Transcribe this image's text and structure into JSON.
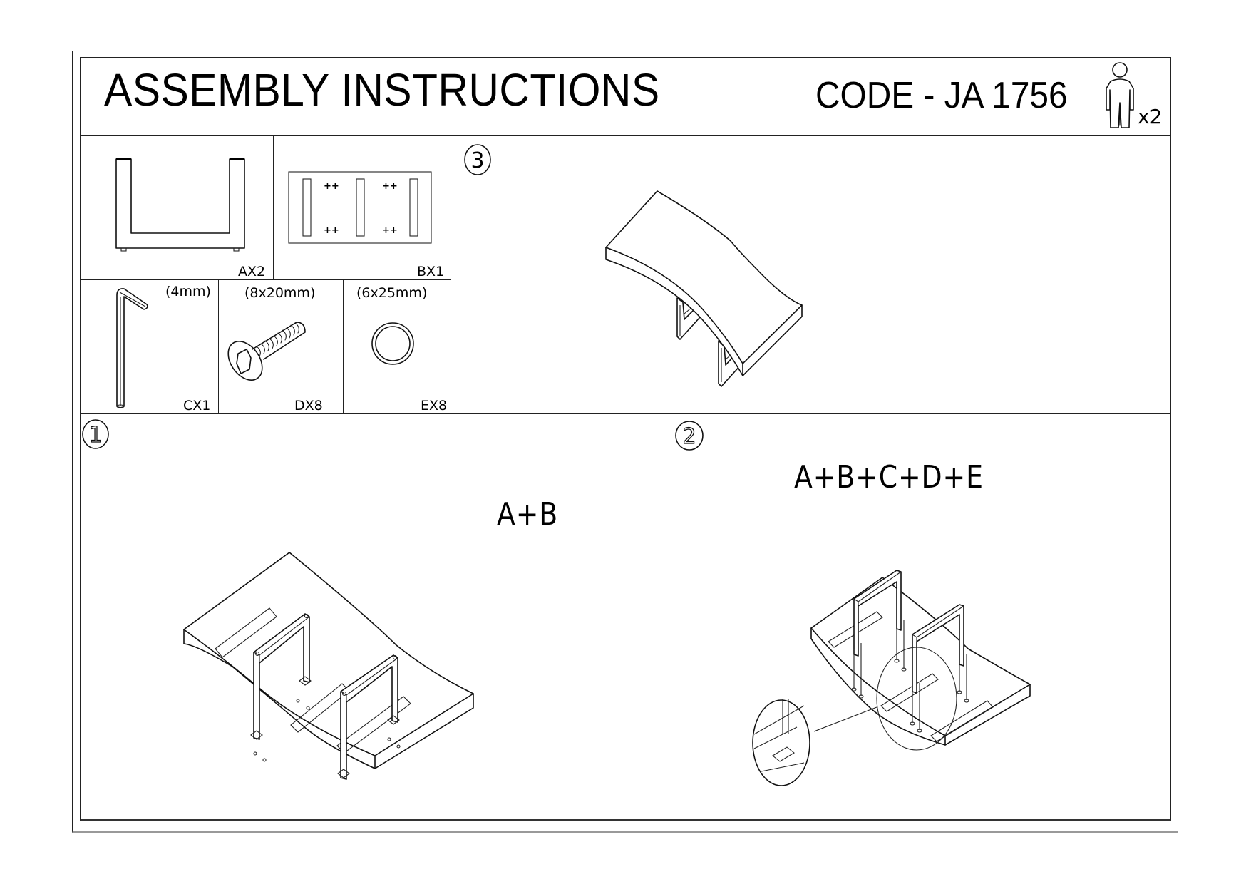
{
  "header": {
    "title": "ASSEMBLY INSTRUCTIONS",
    "code": "CODE - JA 1756",
    "persons_icon": "person-icon",
    "persons_count": "x2"
  },
  "parts": [
    {
      "id": "A",
      "label": "AX2",
      "size": "",
      "icon": "u-shaped-leg-frame"
    },
    {
      "id": "B",
      "label": "BX1",
      "size": "",
      "icon": "mounting-plate"
    },
    {
      "id": "C",
      "label": "CX1",
      "size": "(4mm)",
      "icon": "allen-key-icon"
    },
    {
      "id": "D",
      "label": "DX8",
      "size": "(8x20mm)",
      "icon": "countersunk-bolt-icon"
    },
    {
      "id": "E",
      "label": "EX8",
      "size": "(6x25mm)",
      "icon": "washer-icon"
    }
  ],
  "steps": [
    {
      "number": "1",
      "formula": "A+B"
    },
    {
      "number": "2",
      "formula": "A+B+C+D+E"
    },
    {
      "number": "3",
      "formula": ""
    }
  ],
  "colors": {
    "line": "#111111",
    "background": "#ffffff"
  }
}
